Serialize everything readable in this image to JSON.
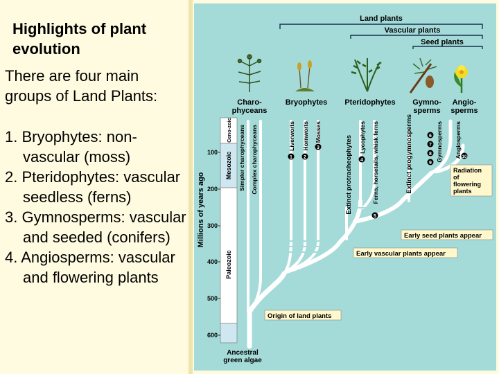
{
  "left": {
    "title": "Highlights of plant evolution",
    "intro": "There are four main groups of Land Plants:",
    "items": [
      "1. Bryophytes: non-vascular (moss)",
      "2. Pteridophytes: vascular seedless (ferns)",
      "3. Gymnosperms: vascular and seeded (conifers)",
      "4.  Angiosperms: vascular and flowering plants"
    ]
  },
  "diagram": {
    "brackets": {
      "land": "Land plants",
      "vascular": "Vascular plants",
      "seed": "Seed plants"
    },
    "groups": {
      "charo_1": "Charo-",
      "charo_2": "phyceans",
      "bryo": "Bryophytes",
      "pterido": "Pteridophytes",
      "gymno_1": "Gymno-",
      "gymno_2": "sperms",
      "angio_1": "Angio-",
      "angio_2": "sperms"
    },
    "axis": {
      "label": "Millions of years ago",
      "ticks": [
        "100",
        "200",
        "300",
        "400",
        "500",
        "600"
      ],
      "eras": [
        "Ceno-zoic",
        "Mesozoic",
        "Paleozoic"
      ]
    },
    "lineages": [
      "Simpler charophyceans",
      "Complex charophyceans",
      "Liverworts",
      "Hornworts",
      "Mosses",
      "Extinct protracheophytes",
      "Lycophytes",
      "Ferns, horsetails, whisk ferns",
      "Extinct progymnosperms",
      "Gymnosperms",
      "Angiosperms"
    ],
    "circle_numbers": [
      "1",
      "2",
      "3",
      "4",
      "5",
      "6",
      "7",
      "8",
      "9",
      "10"
    ],
    "events": {
      "radiation_1": "Radiation",
      "radiation_2": "of",
      "radiation_3": "flowering",
      "radiation_4": "plants",
      "early_seed": "Early seed plants appear",
      "early_vascular": "Early vascular plants appear",
      "origin": "Origin of land plants",
      "ancestral_1": "Ancestral",
      "ancestral_2": "green algae"
    },
    "colors": {
      "background": "#a4dbd8",
      "branch": "#ffffff",
      "label_box": "#fff8cc",
      "axis_white": "#ffffff",
      "axis_blue": "#cfe7f0"
    }
  }
}
